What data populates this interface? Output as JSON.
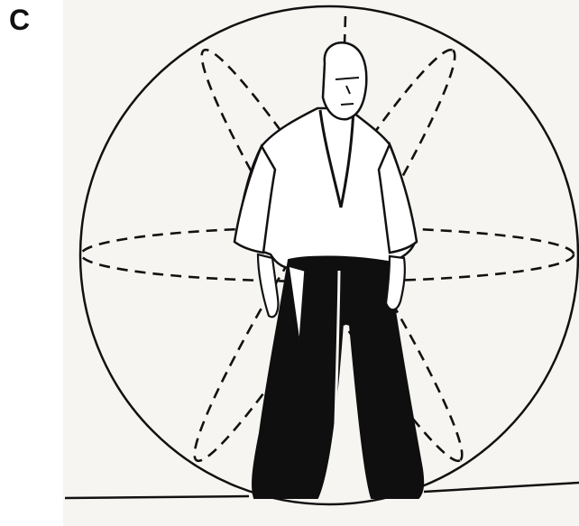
{
  "panel": {
    "label": "C"
  },
  "figure": {
    "ink_color": "#111111",
    "paper_color": "#f7f5f2",
    "elements": [
      "sphere-outline",
      "equator-ellipse",
      "diagonal-dashed-ellipses",
      "vertical-dashed-axis",
      "standing-figure-in-hakama",
      "ground-line"
    ]
  }
}
